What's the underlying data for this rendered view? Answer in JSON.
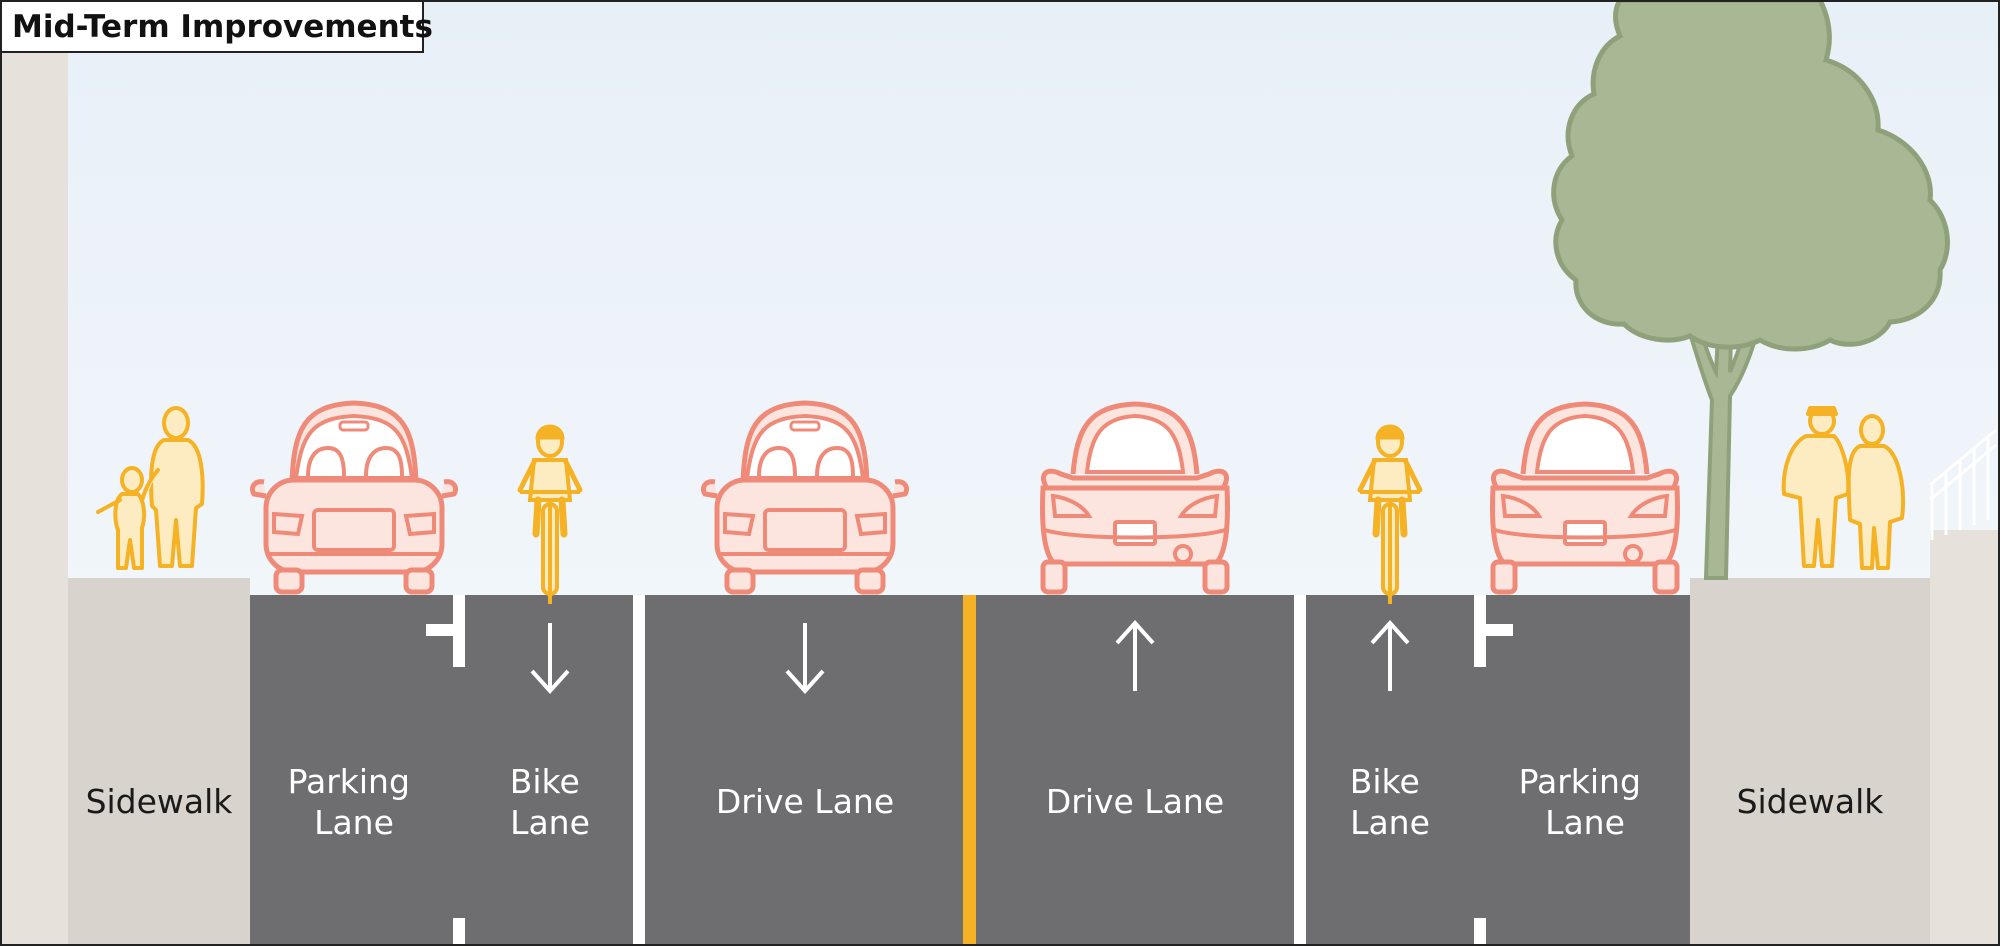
{
  "title": "Mid-Term Improvements",
  "colors": {
    "sky_top": "#e8f0f7",
    "sky_bottom": "#f6f9fc",
    "road": "#6e6e70",
    "sidewalk": "#d8d3cd",
    "building": "#e6e1db",
    "centerline": "#f5b224",
    "lane_marking": "#ffffff",
    "person": "#f5b224",
    "car_stroke": "#f08a78",
    "car_fill": "#fde5df",
    "tree": "#a9b894"
  },
  "lanes": [
    {
      "label_lines": [
        "Sidewalk"
      ],
      "kind": "sidewalk"
    },
    {
      "label_lines": [
        "Parking",
        "Lane"
      ],
      "kind": "parking"
    },
    {
      "label_lines": [
        "Bike",
        "Lane"
      ],
      "kind": "bike",
      "direction": "down"
    },
    {
      "label_lines": [
        "Drive Lane"
      ],
      "kind": "drive",
      "direction": "down"
    },
    {
      "label_lines": [
        "Drive Lane"
      ],
      "kind": "drive",
      "direction": "up"
    },
    {
      "label_lines": [
        "Bike",
        "Lane"
      ],
      "kind": "bike",
      "direction": "up"
    },
    {
      "label_lines": [
        "Parking",
        "Lane"
      ],
      "kind": "parking"
    },
    {
      "label_lines": [
        "Sidewalk"
      ],
      "kind": "sidewalk"
    }
  ],
  "icons": {
    "pedestrians_left": "adult-and-child-walking-icon",
    "car_front": "car-front-icon",
    "car_rear": "car-rear-icon",
    "cyclist": "cyclist-icon",
    "tree": "tree-icon",
    "pedestrians_right": "two-pedestrians-icon",
    "stair_railing": "stair-railing-icon",
    "arrow_up": "arrow-up-icon",
    "arrow_down": "arrow-down-icon"
  }
}
